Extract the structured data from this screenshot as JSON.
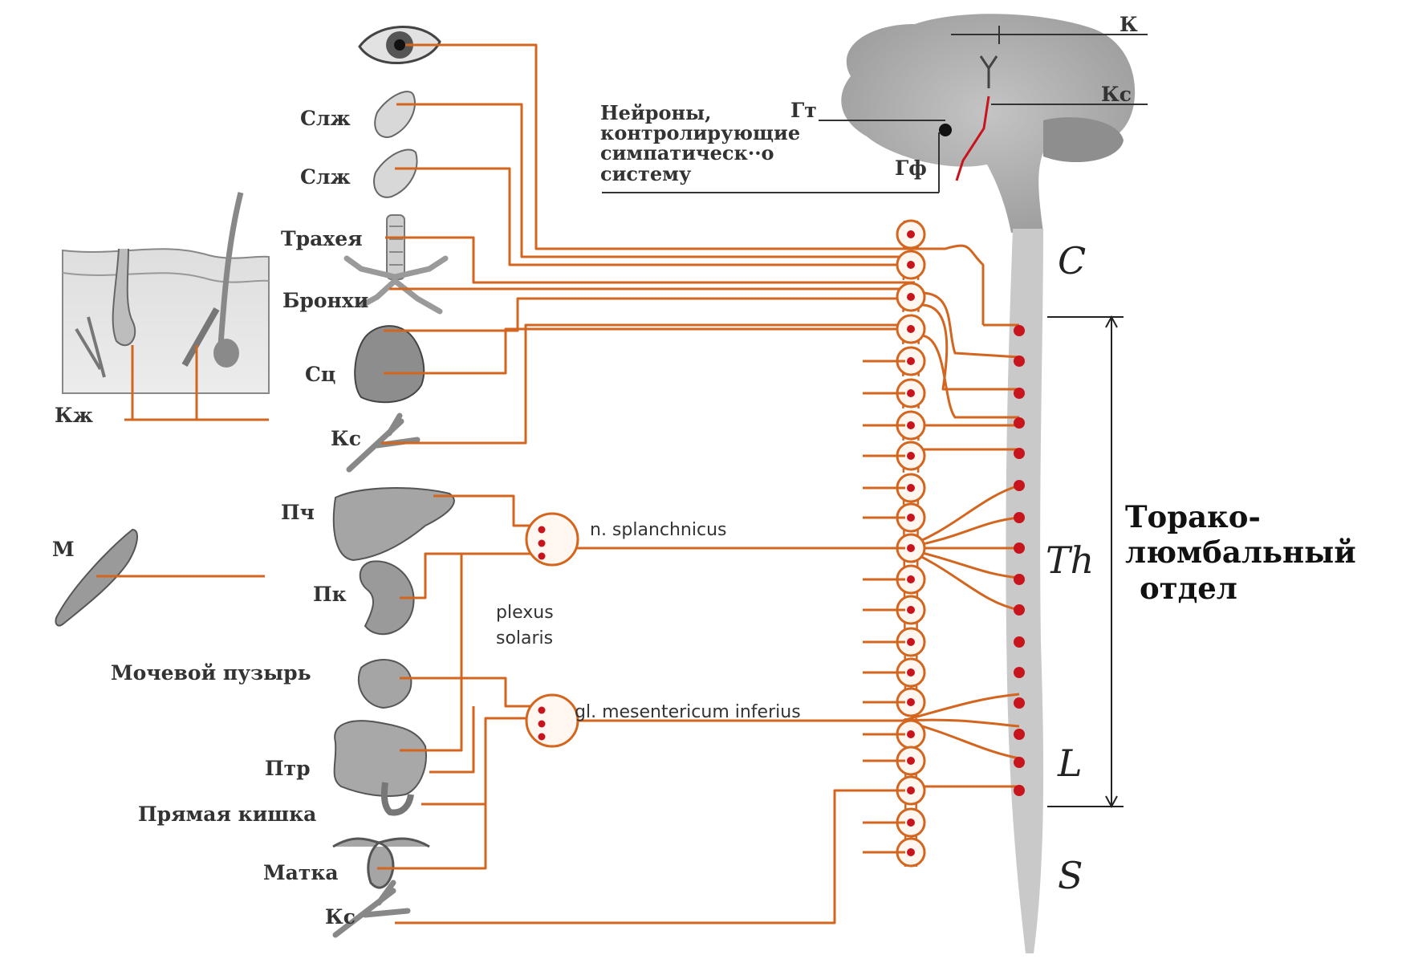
{
  "colors": {
    "nerve": "#d4651e",
    "node": "#c8141c",
    "organ": "#9a9a9a",
    "cord": "#c9c9c9",
    "text": "#333333"
  },
  "organs": [
    {
      "icon": "eye-icon",
      "label": ""
    },
    {
      "icon": "lacrimal-gland-icon",
      "label": "Слж"
    },
    {
      "icon": "salivary-gland-icon",
      "label": "Слж"
    },
    {
      "icon": "trachea-icon",
      "label": "Трахея"
    },
    {
      "icon": "bronchi-icon",
      "label": "Бронхи"
    },
    {
      "icon": "heart-icon",
      "label": "Сц"
    },
    {
      "icon": "vessel-icon",
      "label": "Кс"
    },
    {
      "icon": "liver-icon",
      "label": "Пч"
    },
    {
      "icon": "kidney-icon",
      "label": "Пк"
    },
    {
      "icon": "bladder-icon",
      "label": "Мочевой пузырь"
    },
    {
      "icon": "intestine-icon",
      "label": "Птр"
    },
    {
      "icon": "rectum-icon",
      "label": "Прямая кишка"
    },
    {
      "icon": "uterus-icon",
      "label": "Матка"
    },
    {
      "icon": "vessel-icon",
      "label": "Кс"
    }
  ],
  "skin": {
    "label": "Кж"
  },
  "muscle": {
    "label": "М"
  },
  "brain": {
    "k_label": "К",
    "ks_label": "Кс",
    "gt_label": "Гт",
    "gf_label": "Гф",
    "neurons_text": [
      "Нейроны,",
      "контролирующие",
      "симпатическ··о",
      "систему"
    ]
  },
  "ganglia": {
    "splanchnic_label": "n. splanchnicus",
    "plexus_label": [
      "plexus",
      "solaris"
    ],
    "mesenteric_label": "gl. mesentericum inferius"
  },
  "segments": [
    "C",
    "Th",
    "L",
    "S"
  ],
  "region_label": [
    "Торако-",
    "люмбальный",
    "отдел"
  ]
}
